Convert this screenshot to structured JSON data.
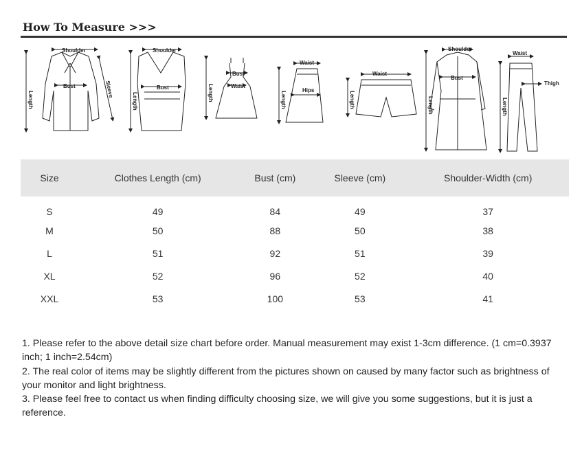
{
  "header": {
    "title": "How To Measure >>>"
  },
  "figure_labels": {
    "shoulder": "Shoulder",
    "bust": "Bust",
    "sleeve": "Sleeve",
    "length": "Length",
    "waist": "Waist",
    "hips": "Hips",
    "thigh": "Thigh"
  },
  "size_table": {
    "headers": [
      "Size",
      "Clothes Length  (cm)",
      "Bust (cm)",
      "Sleeve  (cm)",
      "Shoulder-Width  (cm)"
    ],
    "rows": [
      [
        "S",
        "49",
        "84",
        "49",
        "37"
      ],
      [
        "M",
        "50",
        "88",
        "50",
        "38"
      ],
      [
        "L",
        "51",
        "92",
        "51",
        "39"
      ],
      [
        "XL",
        "52",
        "96",
        "52",
        "40"
      ],
      [
        "XXL",
        "53",
        "100",
        "53",
        "41"
      ]
    ]
  },
  "notes": [
    "1. Please refer to the above detail size chart before order. Manual measurement may exist 1-3cm difference. (1 cm=0.3937 inch; 1 inch=2.54cm)",
    "2. The real color of items may be slightly different from the pictures shown on caused by many factor such as brightness of your monitor and light brightness.",
    "3. Please feel free to contact us when finding difficulty choosing size, we will give you some suggestions, but it is just a reference."
  ]
}
